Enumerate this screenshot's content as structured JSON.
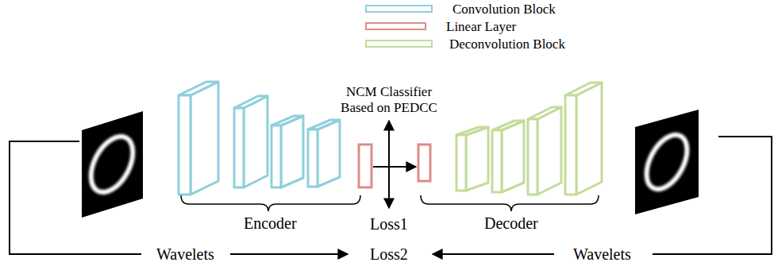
{
  "diagram": {
    "labels": [
      "NCM Classifier Based on PEDCC",
      "Encoder",
      "Decoder",
      "Loss1",
      "Wavelets",
      "Loss2",
      "Wavelets"
    ],
    "legend": [
      {
        "text": "Convolution Block",
        "color": "#8ecfdc"
      },
      {
        "text": "Linear Layer",
        "color": "#de8b86"
      },
      {
        "text": "Deconvolution Block",
        "color": "#c3dc9a"
      }
    ]
  }
}
